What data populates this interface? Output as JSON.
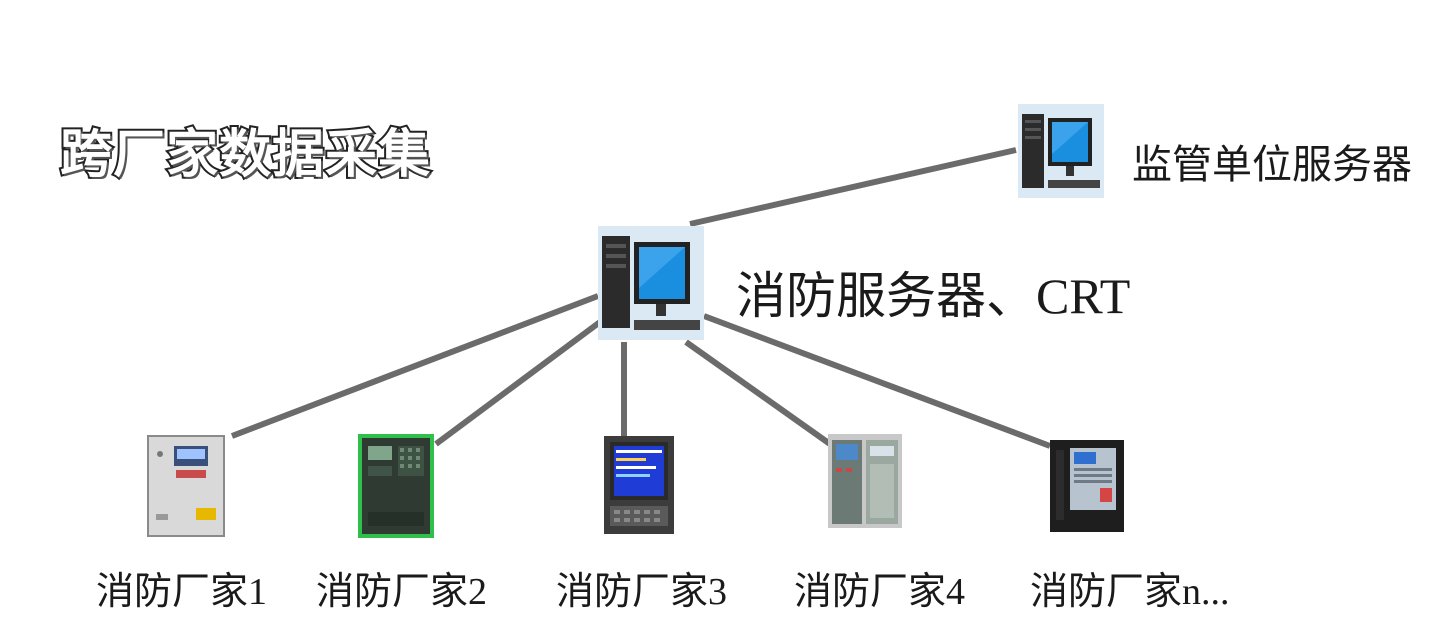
{
  "diagram": {
    "title": "跨厂家数据采集",
    "nodes": {
      "supervisor_server": {
        "label": "监管单位服务器",
        "icon": "desktop-computer-icon"
      },
      "fire_server": {
        "label": "消防服务器、CRT",
        "icon": "desktop-computer-icon"
      },
      "vendors": [
        {
          "label": "消防厂家1",
          "icon": "fire-alarm-panel-grey-icon"
        },
        {
          "label": "消防厂家2",
          "icon": "fire-alarm-panel-green-icon"
        },
        {
          "label": "消防厂家3",
          "icon": "fire-alarm-terminal-blue-screen-icon"
        },
        {
          "label": "消防厂家4",
          "icon": "fire-alarm-cabinet-icon"
        },
        {
          "label": "消防厂家n...",
          "icon": "fire-alarm-panel-black-icon"
        }
      ]
    },
    "colors": {
      "link": "#6b6b6b",
      "computer_bg": "#dbe9f5",
      "screen": "#1a8fe0"
    }
  }
}
